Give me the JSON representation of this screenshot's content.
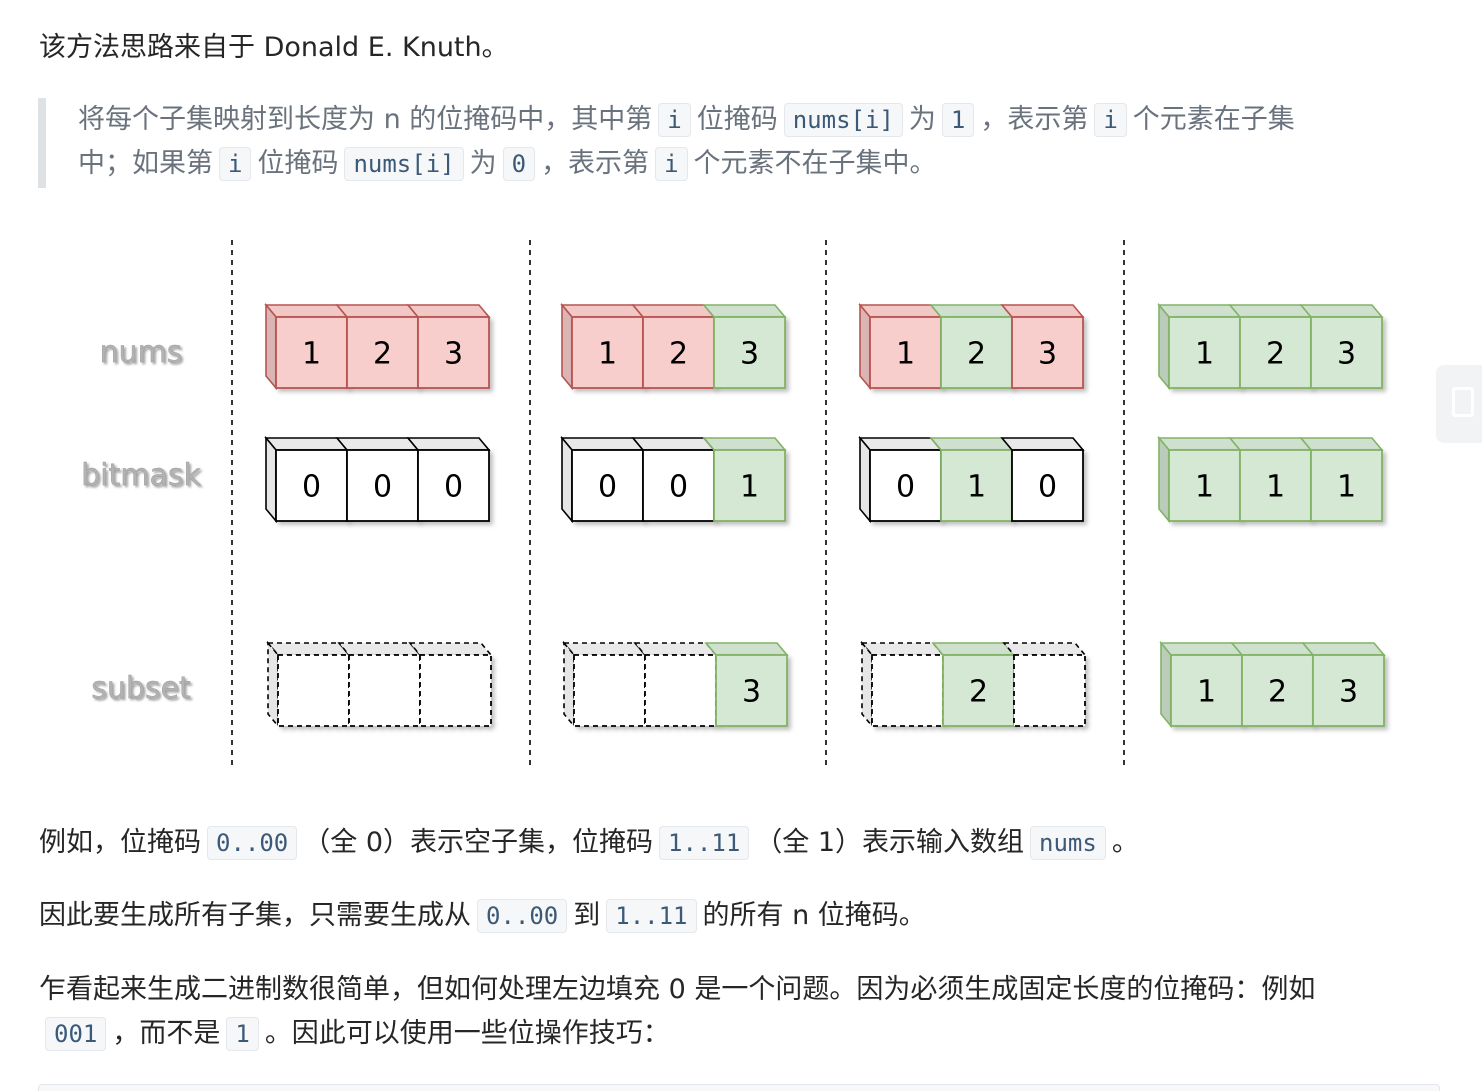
{
  "intro": {
    "text": "该方法思路来自于 Donald E. Knuth。"
  },
  "quote": {
    "line1": [
      {
        "t": "text",
        "v": "将每个子集映射到长度为 n 的位掩码中，其中第"
      },
      {
        "t": "code",
        "v": "i"
      },
      {
        "t": "text",
        "v": "位掩码"
      },
      {
        "t": "code",
        "v": "nums[i]"
      },
      {
        "t": "text",
        "v": "为"
      },
      {
        "t": "code",
        "v": "1"
      },
      {
        "t": "text",
        "v": "，表示第"
      },
      {
        "t": "code",
        "v": "i"
      },
      {
        "t": "text",
        "v": "个元素在子集"
      }
    ],
    "line2": [
      {
        "t": "text",
        "v": "中；如果第"
      },
      {
        "t": "code",
        "v": "i"
      },
      {
        "t": "text",
        "v": "位掩码"
      },
      {
        "t": "code",
        "v": "nums[i]"
      },
      {
        "t": "text",
        "v": "为"
      },
      {
        "t": "code",
        "v": "0"
      },
      {
        "t": "text",
        "v": "，表示第"
      },
      {
        "t": "code",
        "v": "i"
      },
      {
        "t": "text",
        "v": "个元素不在子集中。"
      }
    ]
  },
  "figure": {
    "row_labels": [
      "nums",
      "bitmask",
      "subset"
    ],
    "colors": {
      "pink_fill": "#f8cecc",
      "pink_stroke": "#b85450",
      "green_fill": "#d5e8d4",
      "green_stroke": "#82b366",
      "white_fill": "#ffffff",
      "black_stroke": "#000000",
      "label_color": "#b3b3b3"
    },
    "groups": [
      {
        "nums": [
          {
            "v": "1",
            "c": "pink"
          },
          {
            "v": "2",
            "c": "pink"
          },
          {
            "v": "3",
            "c": "pink"
          }
        ],
        "bitmask": [
          {
            "v": "0",
            "c": "white"
          },
          {
            "v": "0",
            "c": "white"
          },
          {
            "v": "0",
            "c": "white"
          }
        ],
        "subset": [
          {
            "v": "",
            "c": "dashed"
          },
          {
            "v": "",
            "c": "dashed"
          },
          {
            "v": "",
            "c": "dashed"
          }
        ]
      },
      {
        "nums": [
          {
            "v": "1",
            "c": "pink"
          },
          {
            "v": "2",
            "c": "pink"
          },
          {
            "v": "3",
            "c": "green"
          }
        ],
        "bitmask": [
          {
            "v": "0",
            "c": "white"
          },
          {
            "v": "0",
            "c": "white"
          },
          {
            "v": "1",
            "c": "green"
          }
        ],
        "subset": [
          {
            "v": "",
            "c": "dashed"
          },
          {
            "v": "",
            "c": "dashed"
          },
          {
            "v": "3",
            "c": "green"
          }
        ]
      },
      {
        "nums": [
          {
            "v": "1",
            "c": "pink"
          },
          {
            "v": "2",
            "c": "green"
          },
          {
            "v": "3",
            "c": "pink"
          }
        ],
        "bitmask": [
          {
            "v": "0",
            "c": "white"
          },
          {
            "v": "1",
            "c": "green"
          },
          {
            "v": "0",
            "c": "white"
          }
        ],
        "subset": [
          {
            "v": "",
            "c": "dashed"
          },
          {
            "v": "2",
            "c": "green"
          },
          {
            "v": "",
            "c": "dashed"
          }
        ]
      },
      {
        "nums": [
          {
            "v": "1",
            "c": "green"
          },
          {
            "v": "2",
            "c": "green"
          },
          {
            "v": "3",
            "c": "green"
          }
        ],
        "bitmask": [
          {
            "v": "1",
            "c": "green"
          },
          {
            "v": "1",
            "c": "green"
          },
          {
            "v": "1",
            "c": "green"
          }
        ],
        "subset": [
          {
            "v": "1",
            "c": "green"
          },
          {
            "v": "2",
            "c": "green"
          },
          {
            "v": "3",
            "c": "green"
          }
        ]
      }
    ]
  },
  "para1": [
    {
      "t": "text",
      "v": "例如，位掩码"
    },
    {
      "t": "code",
      "v": "0..00"
    },
    {
      "t": "text",
      "v": "（全 0）表示空子集，位掩码"
    },
    {
      "t": "code",
      "v": "1..11"
    },
    {
      "t": "text",
      "v": "（全 1）表示输入数组"
    },
    {
      "t": "code",
      "v": "nums"
    },
    {
      "t": "text",
      "v": "。"
    }
  ],
  "para2": [
    {
      "t": "text",
      "v": "因此要生成所有子集，只需要生成从"
    },
    {
      "t": "code",
      "v": "0..00"
    },
    {
      "t": "text",
      "v": "到"
    },
    {
      "t": "code",
      "v": "1..11"
    },
    {
      "t": "text",
      "v": "的所有 n 位掩码。"
    }
  ],
  "para3": {
    "line1": [
      {
        "t": "text",
        "v": "乍看起来生成二进制数很简单，但如何处理左边填充 0 是一个问题。因为必须生成固定长度的位掩码：例如"
      }
    ],
    "line2": [
      {
        "t": "code",
        "v": "001"
      },
      {
        "t": "text",
        "v": "，而不是"
      },
      {
        "t": "code",
        "v": "1"
      },
      {
        "t": "text",
        "v": "。因此可以使用一些位操作技巧："
      }
    ]
  }
}
